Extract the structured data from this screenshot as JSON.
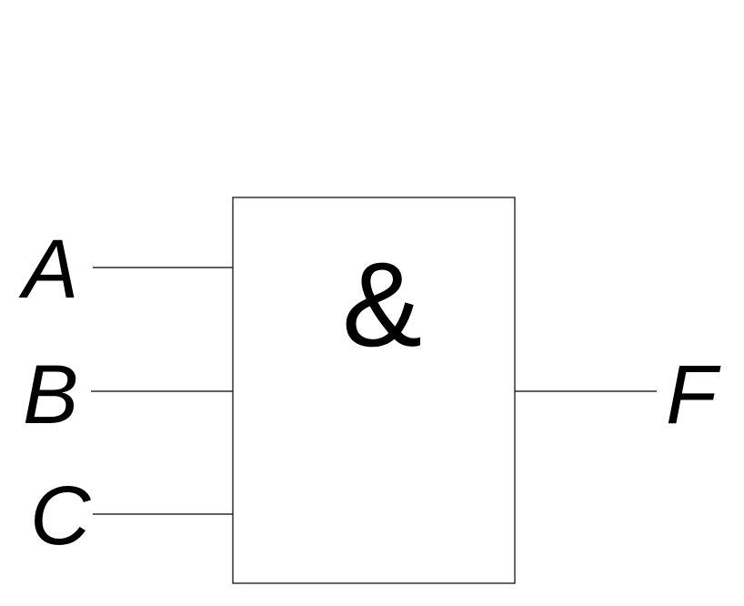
{
  "diagram": {
    "type": "logic-gate",
    "gate": {
      "symbol": "&",
      "function": "AND"
    },
    "inputs": [
      {
        "label": "A"
      },
      {
        "label": "B"
      },
      {
        "label": "C"
      }
    ],
    "output": {
      "label": "F"
    },
    "colors": {
      "stroke": "#000000",
      "background": "#ffffff"
    }
  }
}
